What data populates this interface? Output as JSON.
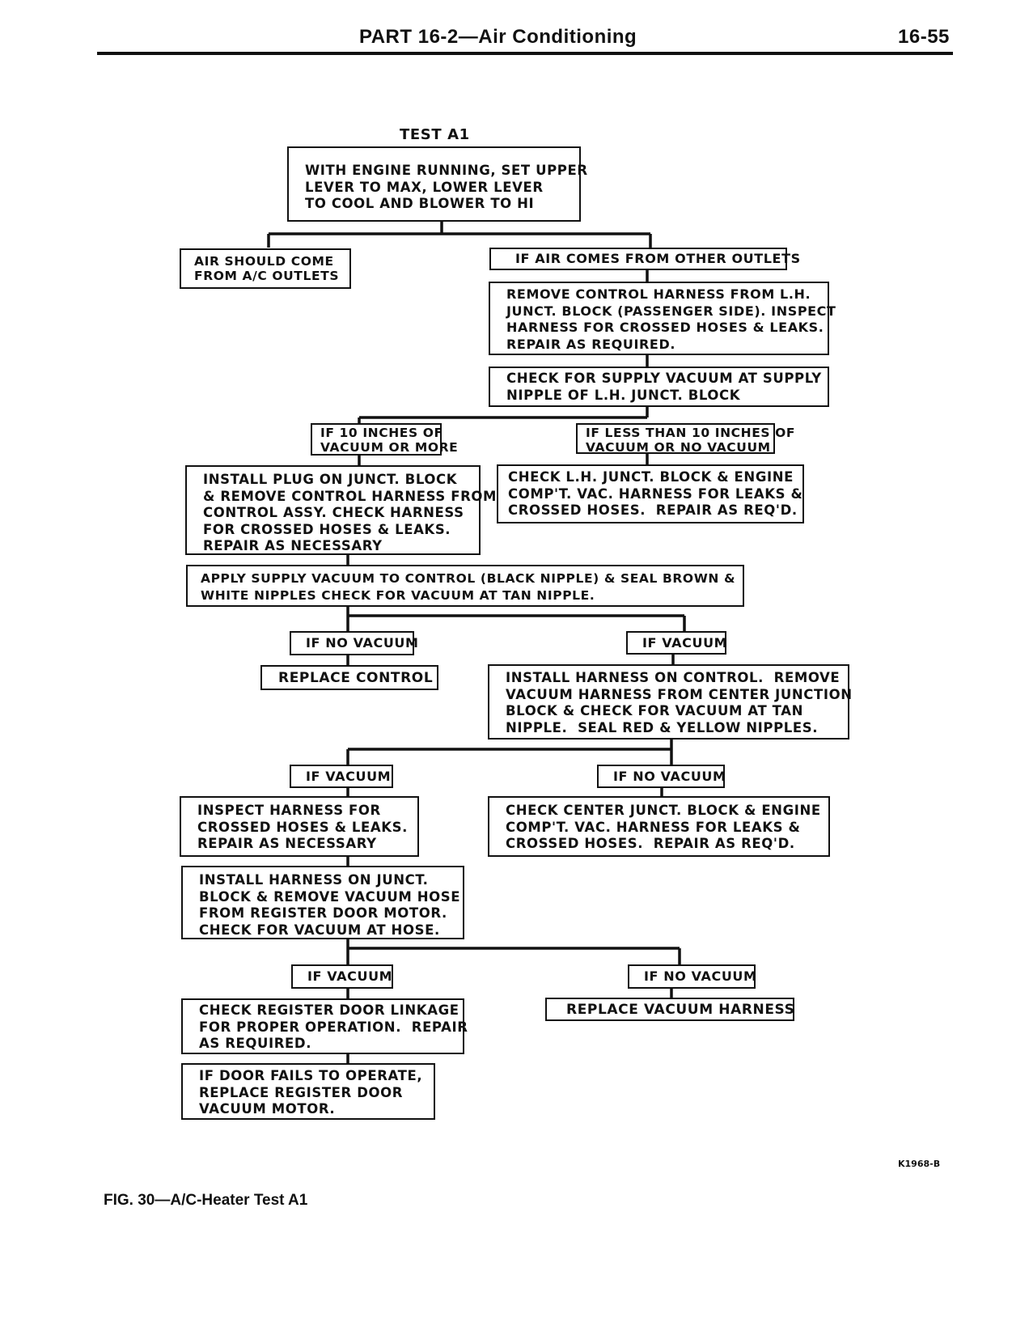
{
  "header": {
    "title": "PART 16-2—Air Conditioning",
    "page_number": "16-55"
  },
  "test_label": "TEST A1",
  "boxes": {
    "b1": "WITH ENGINE RUNNING, SET UPPER\nLEVER TO MAX, LOWER LEVER\nTO COOL AND BLOWER TO HI",
    "b2": "AIR SHOULD COME\nFROM A/C OUTLETS",
    "b3": "IF AIR COMES FROM OTHER OUTLETS",
    "b4": "REMOVE CONTROL HARNESS FROM L.H.\nJUNCT. BLOCK (PASSENGER SIDE). INSPECT\nHARNESS FOR CROSSED HOSES & LEAKS.\nREPAIR AS REQUIRED.",
    "b5": "CHECK FOR SUPPLY VACUUM AT SUPPLY\nNIPPLE OF L.H. JUNCT. BLOCK",
    "b6": "IF 10 INCHES OF\nVACUUM OR MORE",
    "b7": "IF LESS THAN 10 INCHES OF\nVACUUM OR NO VACUUM",
    "b8": "INSTALL PLUG ON JUNCT. BLOCK\n& REMOVE CONTROL HARNESS FROM\nCONTROL ASSY. CHECK HARNESS\nFOR CROSSED HOSES & LEAKS.\nREPAIR AS NECESSARY",
    "b9": "CHECK L.H. JUNCT. BLOCK & ENGINE\nCOMP'T. VAC. HARNESS FOR LEAKS &\nCROSSED HOSES.  REPAIR AS REQ'D.",
    "b10": "APPLY SUPPLY VACUUM TO CONTROL (BLACK NIPPLE) & SEAL BROWN &\nWHITE NIPPLES CHECK FOR VACUUM AT TAN NIPPLE.",
    "b11": "IF NO VACUUM",
    "b12": "IF VACUUM",
    "b13": "REPLACE CONTROL",
    "b14": "INSTALL HARNESS ON CONTROL.  REMOVE\nVACUUM HARNESS FROM CENTER JUNCTION\nBLOCK & CHECK FOR VACUUM AT TAN\nNIPPLE.  SEAL RED & YELLOW NIPPLES.",
    "b15": "IF VACUUM",
    "b16": "IF NO VACUUM",
    "b17": "INSPECT HARNESS FOR\nCROSSED HOSES & LEAKS.\nREPAIR AS NECESSARY",
    "b18": "CHECK CENTER JUNCT. BLOCK & ENGINE\nCOMP'T. VAC. HARNESS FOR LEAKS &\nCROSSED HOSES.  REPAIR AS REQ'D.",
    "b19": "INSTALL HARNESS ON JUNCT.\nBLOCK & REMOVE VACUUM HOSE\nFROM REGISTER DOOR MOTOR.\nCHECK FOR VACUUM AT HOSE.",
    "b20": "IF VACUUM",
    "b21": "IF NO VACUUM",
    "b22": "CHECK REGISTER DOOR LINKAGE\nFOR PROPER OPERATION.  REPAIR\nAS REQUIRED.",
    "b23": "REPLACE VACUUM HARNESS",
    "b24": "IF DOOR FAILS TO OPERATE,\nREPLACE REGISTER DOOR\nVACUUM MOTOR."
  },
  "figure_code": "K1968-B",
  "caption": "FIG. 30—A/C-Heater Test A1"
}
